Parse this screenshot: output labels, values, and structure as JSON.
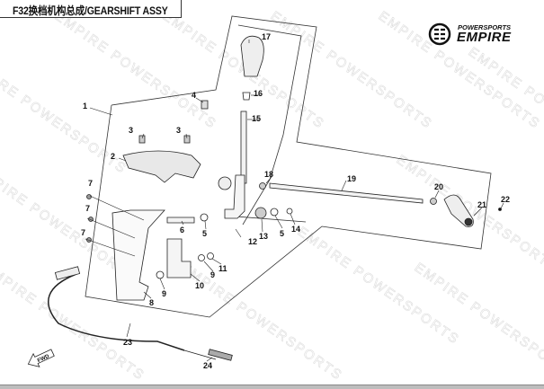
{
  "title": "F32换档机构总成/GEARSHIFT ASSY",
  "logo": {
    "line1": "POWERSPORTS",
    "line2": "EMPIRE"
  },
  "watermark": "EMPIRE POWERSPORTS",
  "fwd_label": "FWD",
  "callouts": [
    "1",
    "2",
    "3",
    "3",
    "4",
    "5",
    "5",
    "6",
    "7",
    "7",
    "7",
    "8",
    "9",
    "9",
    "10",
    "11",
    "12",
    "13",
    "14",
    "15",
    "16",
    "17",
    "18",
    "19",
    "20",
    "21",
    "22",
    "23",
    "24"
  ]
}
